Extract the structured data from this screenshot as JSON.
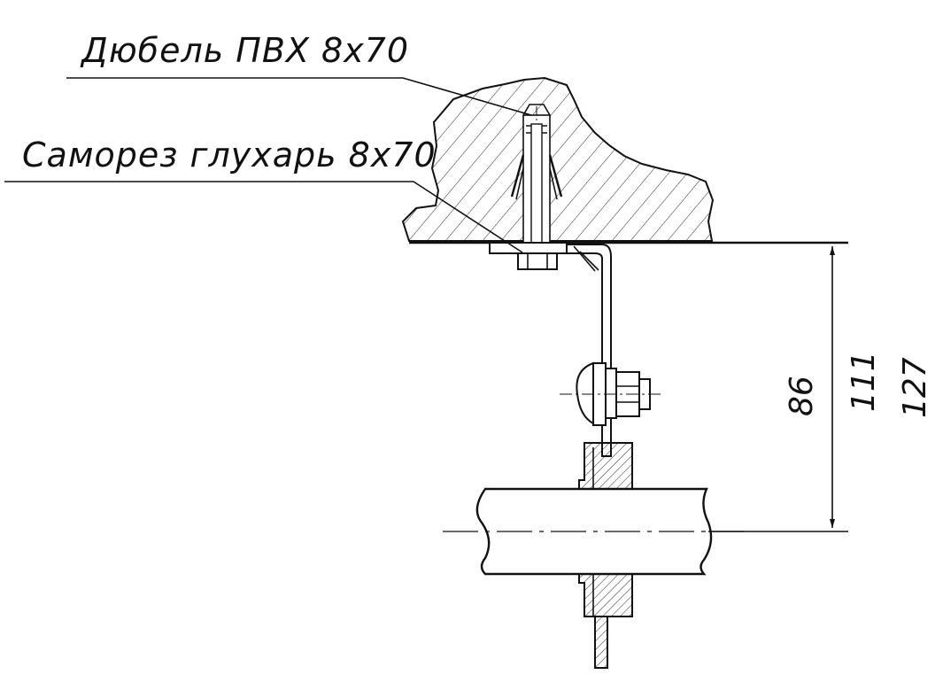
{
  "labels": {
    "anchor": "Дюбель ПВХ 8х70",
    "screw": "Саморез глухарь 8х70"
  },
  "dimensions": [
    "86",
    "111",
    "127"
  ]
}
